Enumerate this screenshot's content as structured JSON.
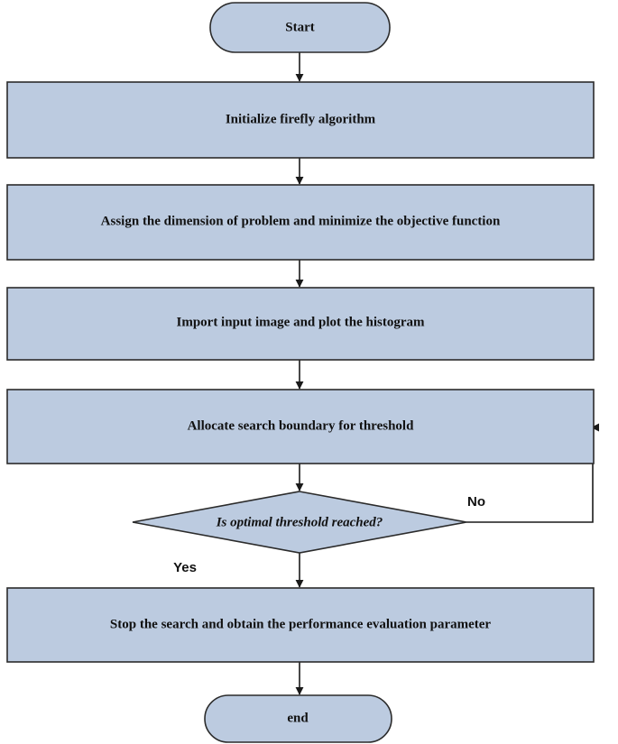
{
  "flowchart": {
    "start": "Start",
    "steps": {
      "init": "Initialize firefly algorithm",
      "assign": "Assign the dimension of problem and minimize the objective function",
      "import": "Import input image and plot the histogram",
      "allocate": "Allocate search boundary for threshold",
      "stop": "Stop the search and obtain the performance evaluation parameter"
    },
    "decision": "Is optimal threshold reached?",
    "branch_yes": "Yes",
    "branch_no": "No",
    "end": "end"
  }
}
